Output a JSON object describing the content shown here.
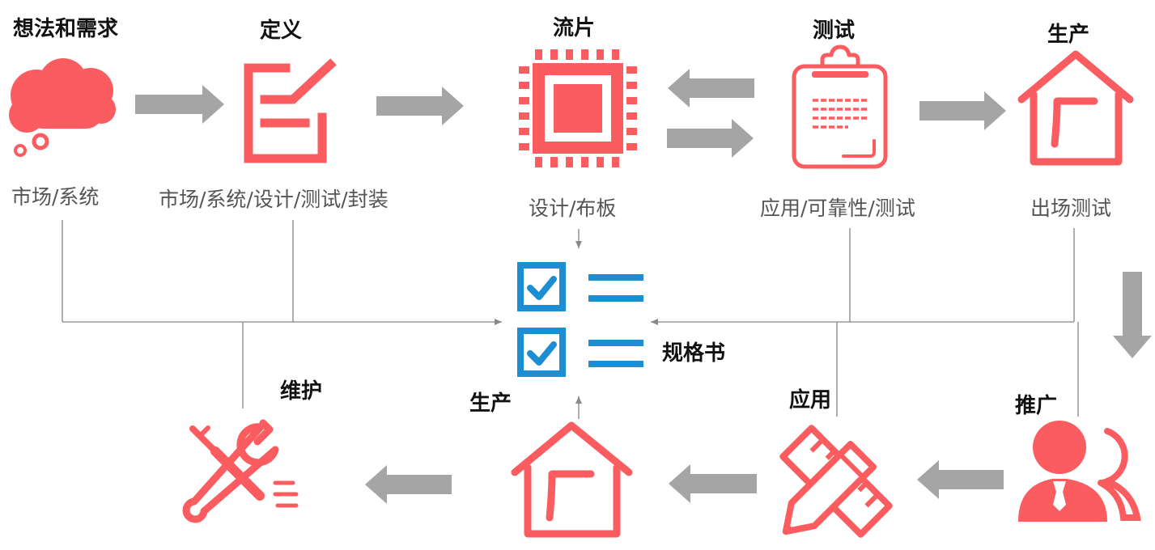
{
  "colors": {
    "icon": "#fb5c5f",
    "arrow": "#a5a5a5",
    "connector": "#9a9a9a",
    "spec": "#1e8ed2"
  },
  "top_row": [
    {
      "title": "想法和需求",
      "subtitle": "市场/系统",
      "icon": "thought-cloud-icon"
    },
    {
      "title": "定义",
      "subtitle": "市场/系统/设计/测试/封装",
      "icon": "edit-document-icon"
    },
    {
      "title": "流片",
      "subtitle": "设计/布板",
      "icon": "chip-icon"
    },
    {
      "title": "测试",
      "subtitle": "应用/可靠性/测试",
      "icon": "clipboard-icon"
    },
    {
      "title": "生产",
      "subtitle": "出场测试",
      "icon": "factory-house-icon"
    }
  ],
  "bottom_row": [
    {
      "title": "推广",
      "icon": "user-group-icon"
    },
    {
      "title": "应用",
      "icon": "ruler-pencil-icon"
    },
    {
      "title": "生产",
      "icon": "factory-house-icon"
    },
    {
      "title": "维护",
      "icon": "tools-icon"
    }
  ],
  "spec": {
    "label": "规格书",
    "icon": "checklist-icon"
  }
}
